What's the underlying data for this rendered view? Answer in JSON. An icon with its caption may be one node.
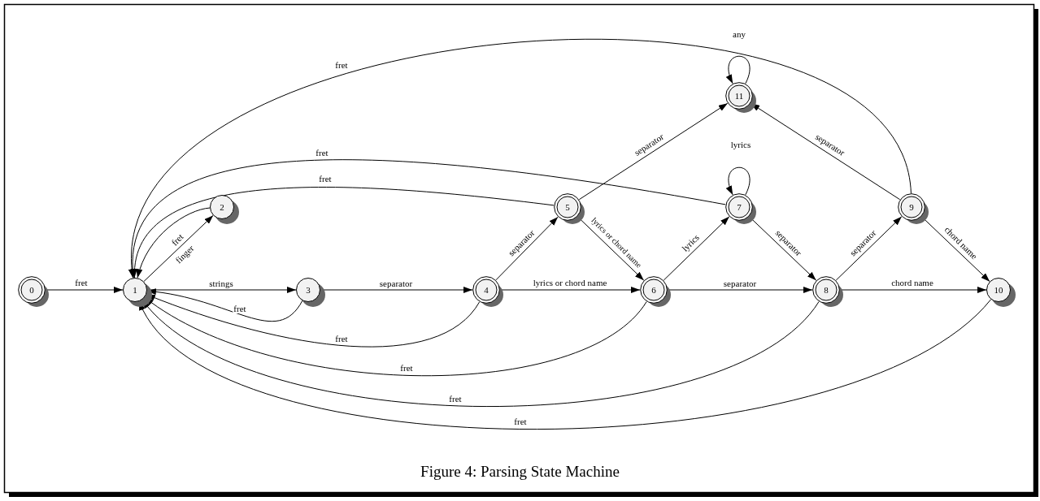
{
  "diagram": {
    "caption": "Figure 4: Parsing State Machine",
    "nodes": [
      {
        "text": [
          "0"
        ]
      },
      {
        "text": [
          "1"
        ]
      },
      {
        "text": [
          "2"
        ]
      },
      {
        "text": [
          "3"
        ]
      },
      {
        "text": [
          "4"
        ]
      },
      {
        "text": [
          "5"
        ]
      },
      {
        "text": [
          "6"
        ]
      },
      {
        "text": [
          "7"
        ]
      },
      {
        "text": [
          "8"
        ]
      },
      {
        "text": [
          "9"
        ]
      },
      {
        "text": [
          "10"
        ]
      },
      {
        "text": [
          "11"
        ]
      }
    ],
    "edges": [
      {
        "from": 0,
        "to": 1,
        "arrow": "to",
        "label": "fret"
      },
      {
        "from": 1,
        "to": 2,
        "arrow": "to",
        "label": "finger"
      },
      {
        "from": 2,
        "to": 1,
        "arrow": "to",
        "label": "fret"
      },
      {
        "from": 1,
        "to": 3,
        "arrow": "to",
        "label": "strings"
      },
      {
        "from": 3,
        "to": 1,
        "arrow": "to",
        "label": "fret"
      },
      {
        "from": 3,
        "to": 4,
        "arrow": "to",
        "label": "separator"
      },
      {
        "from": 4,
        "to": 5,
        "arrow": "to",
        "label": "separator"
      },
      {
        "from": 4,
        "to": 6,
        "arrow": "to",
        "label": "lyrics or chord name"
      },
      {
        "from": 4,
        "to": 1,
        "arrow": "to",
        "label": "fret"
      },
      {
        "from": 5,
        "to": 11,
        "arrow": "to",
        "label": "separator"
      },
      {
        "from": 5,
        "to": 6,
        "arrow": "to",
        "label": "lyrics or chord name"
      },
      {
        "from": 5,
        "to": 1,
        "arrow": "to",
        "label": "fret"
      },
      {
        "from": 6,
        "to": 7,
        "arrow": "to",
        "label": "lyrics"
      },
      {
        "from": 6,
        "to": 8,
        "arrow": "to",
        "label": "separator"
      },
      {
        "from": 6,
        "to": 1,
        "arrow": "to",
        "label": "fret"
      },
      {
        "from": 7,
        "to": 7,
        "arrow": "to",
        "label": "lyrics"
      },
      {
        "from": 7,
        "to": 8,
        "arrow": "to",
        "label": "separator"
      },
      {
        "from": 7,
        "to": 1,
        "arrow": "to",
        "label": "fret"
      },
      {
        "from": 8,
        "to": 9,
        "arrow": "to",
        "label": "separator"
      },
      {
        "from": 8,
        "to": 10,
        "arrow": "to",
        "label": "chord name"
      },
      {
        "from": 8,
        "to": 1,
        "arrow": "to",
        "label": "fret"
      },
      {
        "from": 9,
        "to": 11,
        "arrow": "to",
        "label": "separator"
      },
      {
        "from": 9,
        "to": 10,
        "arrow": "to",
        "label": "chord name"
      },
      {
        "from": 9,
        "to": 1,
        "arrow": "to",
        "label": "fret"
      },
      {
        "from": 11,
        "to": 11,
        "arrow": "to",
        "label": "any"
      },
      {
        "from": 10,
        "to": 1,
        "arrow": "to",
        "label": "fret"
      }
    ]
  }
}
